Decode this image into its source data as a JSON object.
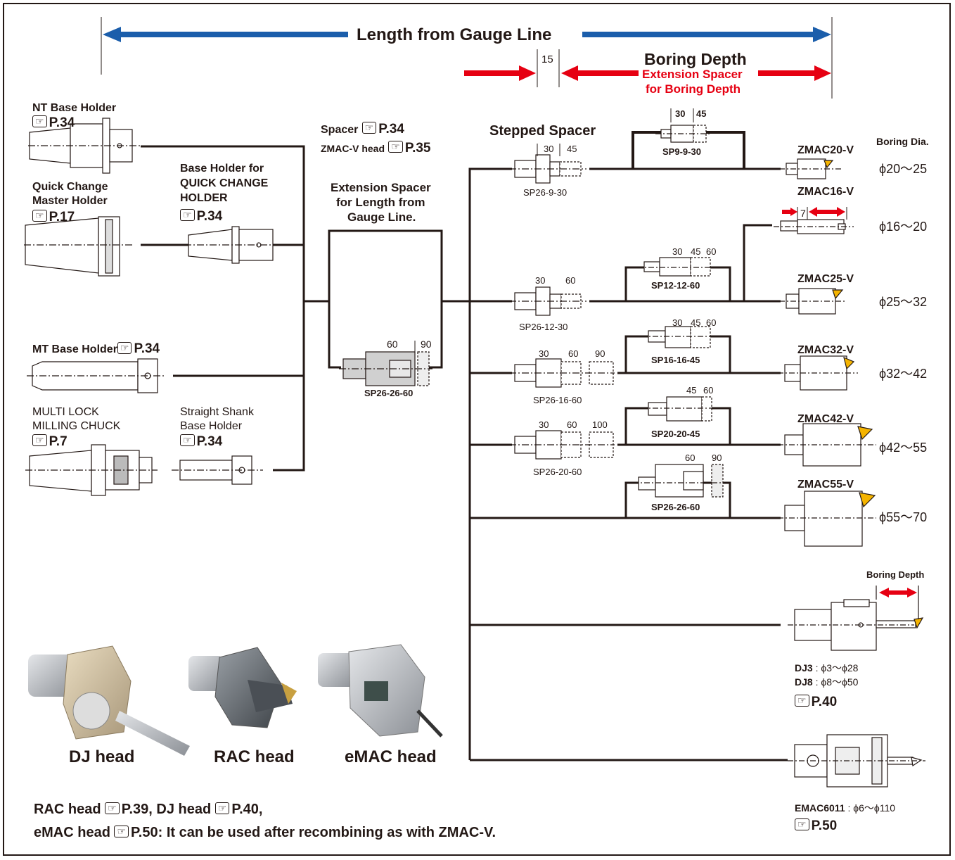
{
  "header": {
    "length_gauge": "Length from Gauge Line",
    "boring_depth": "Boring Depth",
    "ext_spacer_line1": "Extension Spacer",
    "ext_spacer_line2": "for Boring Depth",
    "dim_15": "15"
  },
  "holders": {
    "nt": {
      "label": "NT Base Holder",
      "ref": "P.34"
    },
    "qc_master": {
      "line1": "Quick Change",
      "line2": "Master Holder",
      "ref": "P.17"
    },
    "qc_base": {
      "line1": "Base Holder for",
      "line2": "QUICK CHANGE",
      "line3": "HOLDER",
      "ref": "P.34"
    },
    "mt": {
      "label": "MT Base Holder",
      "ref": "P.34"
    },
    "multilock": {
      "line1": "MULTI LOCK",
      "line2": "MILLING CHUCK",
      "ref": "P.7"
    },
    "straight": {
      "line1": "Straight Shank",
      "line2": "Base Holder",
      "ref": "P.34"
    }
  },
  "middle": {
    "spacer_label": "Spacer",
    "spacer_ref": "P.34",
    "zmac_label": "ZMAC-V head",
    "zmac_ref": "P.35",
    "ext_line1": "Extension Spacer",
    "ext_line2": "for Length from",
    "ext_line3": "Gauge Line.",
    "sp26_26_60": {
      "dim1": "60",
      "dim2": "90",
      "name": "SP26-26-60"
    }
  },
  "stepped": {
    "title": "Stepped Spacer",
    "items": [
      {
        "name": "SP26-9-30",
        "dims": [
          "30",
          "45"
        ]
      },
      {
        "name": "SP26-12-30",
        "dims": [
          "30",
          "60"
        ]
      },
      {
        "name": "SP26-16-60",
        "dims": [
          "30",
          "60",
          "90"
        ]
      },
      {
        "name": "SP26-20-60",
        "dims": [
          "30",
          "60",
          "100"
        ]
      }
    ]
  },
  "spacers": [
    {
      "name": "SP9-9-30",
      "dims": [
        "30",
        "45"
      ]
    },
    {
      "name": "SP12-12-60",
      "dims": [
        "30",
        "45",
        "60"
      ]
    },
    {
      "name": "SP16-16-45",
      "dims": [
        "30",
        "45",
        "60"
      ]
    },
    {
      "name": "SP20-20-45",
      "dims": [
        "45",
        "60"
      ]
    },
    {
      "name": "SP26-26-60",
      "dims": [
        "60",
        "90"
      ]
    }
  ],
  "heads": {
    "boring_dia_title": "Boring Dia.",
    "items": [
      {
        "name": "ZMAC20-V",
        "dia": "ϕ20～25"
      },
      {
        "name": "ZMAC16-V",
        "dia": "ϕ16～20",
        "dim": "7"
      },
      {
        "name": "ZMAC25-V",
        "dia": "ϕ25～32"
      },
      {
        "name": "ZMAC32-V",
        "dia": "ϕ32～42"
      },
      {
        "name": "ZMAC42-V",
        "dia": "ϕ42～55"
      },
      {
        "name": "ZMAC55-V",
        "dia": "ϕ55～70"
      }
    ]
  },
  "dj": {
    "boring_depth": "Boring Depth",
    "dj3_name": "DJ3",
    "dj3_range": "ϕ3～ϕ28",
    "dj8_name": "DJ8",
    "dj8_range": "ϕ8～ϕ50",
    "ref": "P.40"
  },
  "emac": {
    "name": "EMAC6011",
    "range": "ϕ6～ϕ110",
    "ref": "P.50"
  },
  "photos": {
    "dj": "DJ head",
    "rac": "RAC head",
    "emac": "eMAC head"
  },
  "footer": {
    "line1_a": "RAC head",
    "line1_a_ref": "P.39,",
    "line1_b": "DJ head",
    "line1_b_ref": "P.40,",
    "line2_a": "eMAC head",
    "line2_ref": "P.50: It can be used after recombining as with ZMAC-V."
  },
  "colors": {
    "blue": "#1b5eab",
    "red": "#e60012",
    "line": "#231815",
    "grey": "#c9c9c9"
  }
}
